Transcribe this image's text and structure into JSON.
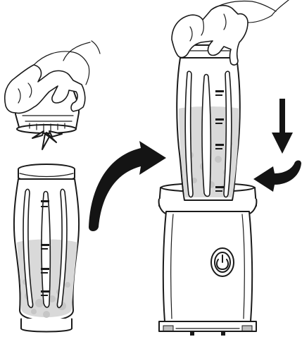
{
  "figure": {
    "steps": [
      "attach-blade-assembly-to-bottle",
      "invert-bottle",
      "place-bottle-on-motor-base",
      "push-down-and-twist-to-lock"
    ],
    "colors": {
      "line": "#1a1a1a",
      "liquid": "#d9d9d9",
      "arrow": "#141414",
      "background": "#ffffff"
    },
    "icons": {
      "power_button": "power-icon",
      "curved_arrow": "curved-arrow-icon",
      "down_arrow": "down-arrow-icon",
      "twist_arrow": "twist-arrow-icon"
    }
  }
}
